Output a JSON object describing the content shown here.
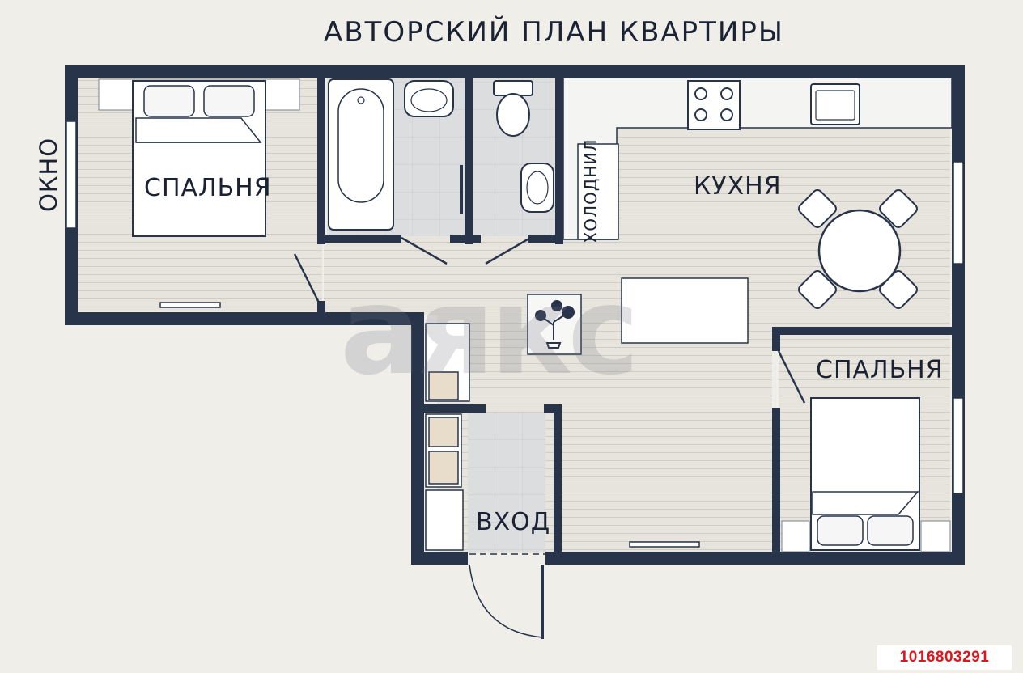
{
  "plan": {
    "title": "АВТОРСКИЙ ПЛАН КВАРТИРЫ",
    "window_label": "ОКНО",
    "rooms": {
      "bedroom_left": "СПАЛЬНЯ",
      "kitchen": "КУХНЯ",
      "bedroom_right": "СПАЛЬНЯ",
      "entry": "ВХОД"
    },
    "fridge_label": "ХОЛОДНИЛ",
    "watermark": "аякс",
    "listing_id": "1016803291"
  },
  "colors": {
    "background": "#efeee9",
    "wall": "#27344a",
    "floor": "#e7e4dd",
    "floor_line": "#cfcac0",
    "tile": "#d9dadb",
    "furniture": "#ffffff",
    "text": "#1a2233",
    "listing_id_text": "#e0151b"
  }
}
